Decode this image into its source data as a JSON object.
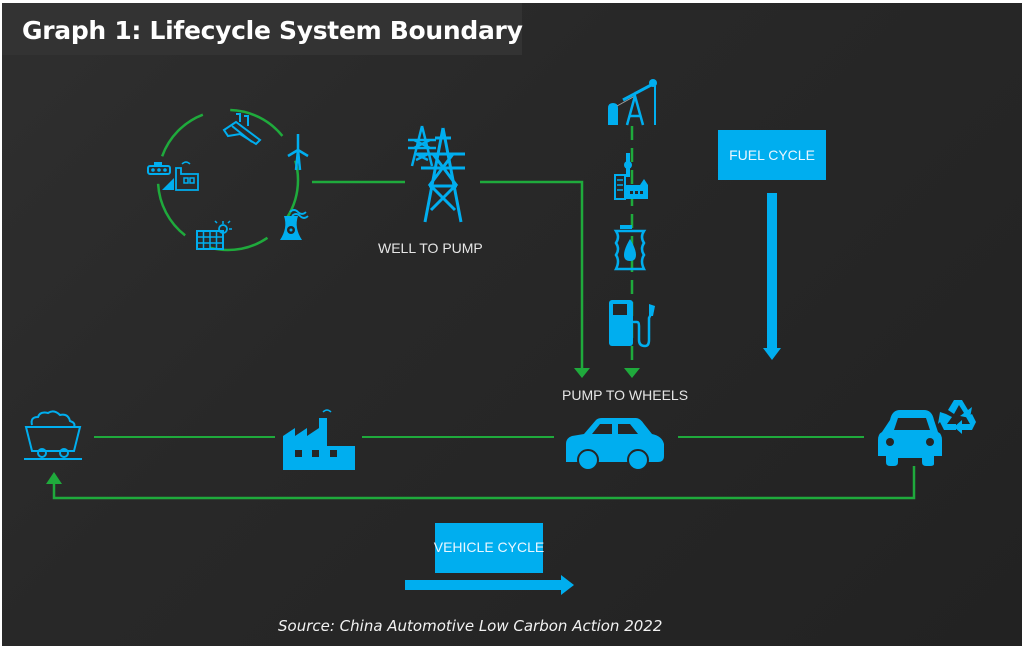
{
  "title": "Graph 1: Lifecycle System Boundary",
  "source": "Source: China Automotive Low Carbon Action 2022",
  "colors": {
    "icon": "#00aeef",
    "connector": "#1faa3c",
    "background": "#262626",
    "label": "#e6e6e6"
  },
  "stages": {
    "well_to_pump": "WELL TO PUMP",
    "pump_to_wheels": "PUMP TO WHEELS"
  },
  "boxes": {
    "fuel_cycle": "FUEL CYCLE",
    "vehicle_cycle": "VEHICLE CYCLE"
  },
  "energy_sources": [
    {
      "name": "mining-plant"
    },
    {
      "name": "wind-turbine"
    },
    {
      "name": "nuclear-plant"
    },
    {
      "name": "solar-panel"
    },
    {
      "name": "coal-factory"
    }
  ],
  "fuel_chain": [
    {
      "name": "oil-pumpjack"
    },
    {
      "name": "refinery"
    },
    {
      "name": "fuel-barrel"
    },
    {
      "name": "fuel-pump"
    }
  ],
  "vehicle_chain": [
    {
      "name": "ore-mine-cart"
    },
    {
      "name": "manufacturing-factory"
    },
    {
      "name": "car-in-use"
    },
    {
      "name": "car-end-of-life"
    },
    {
      "name": "recycle"
    }
  ]
}
